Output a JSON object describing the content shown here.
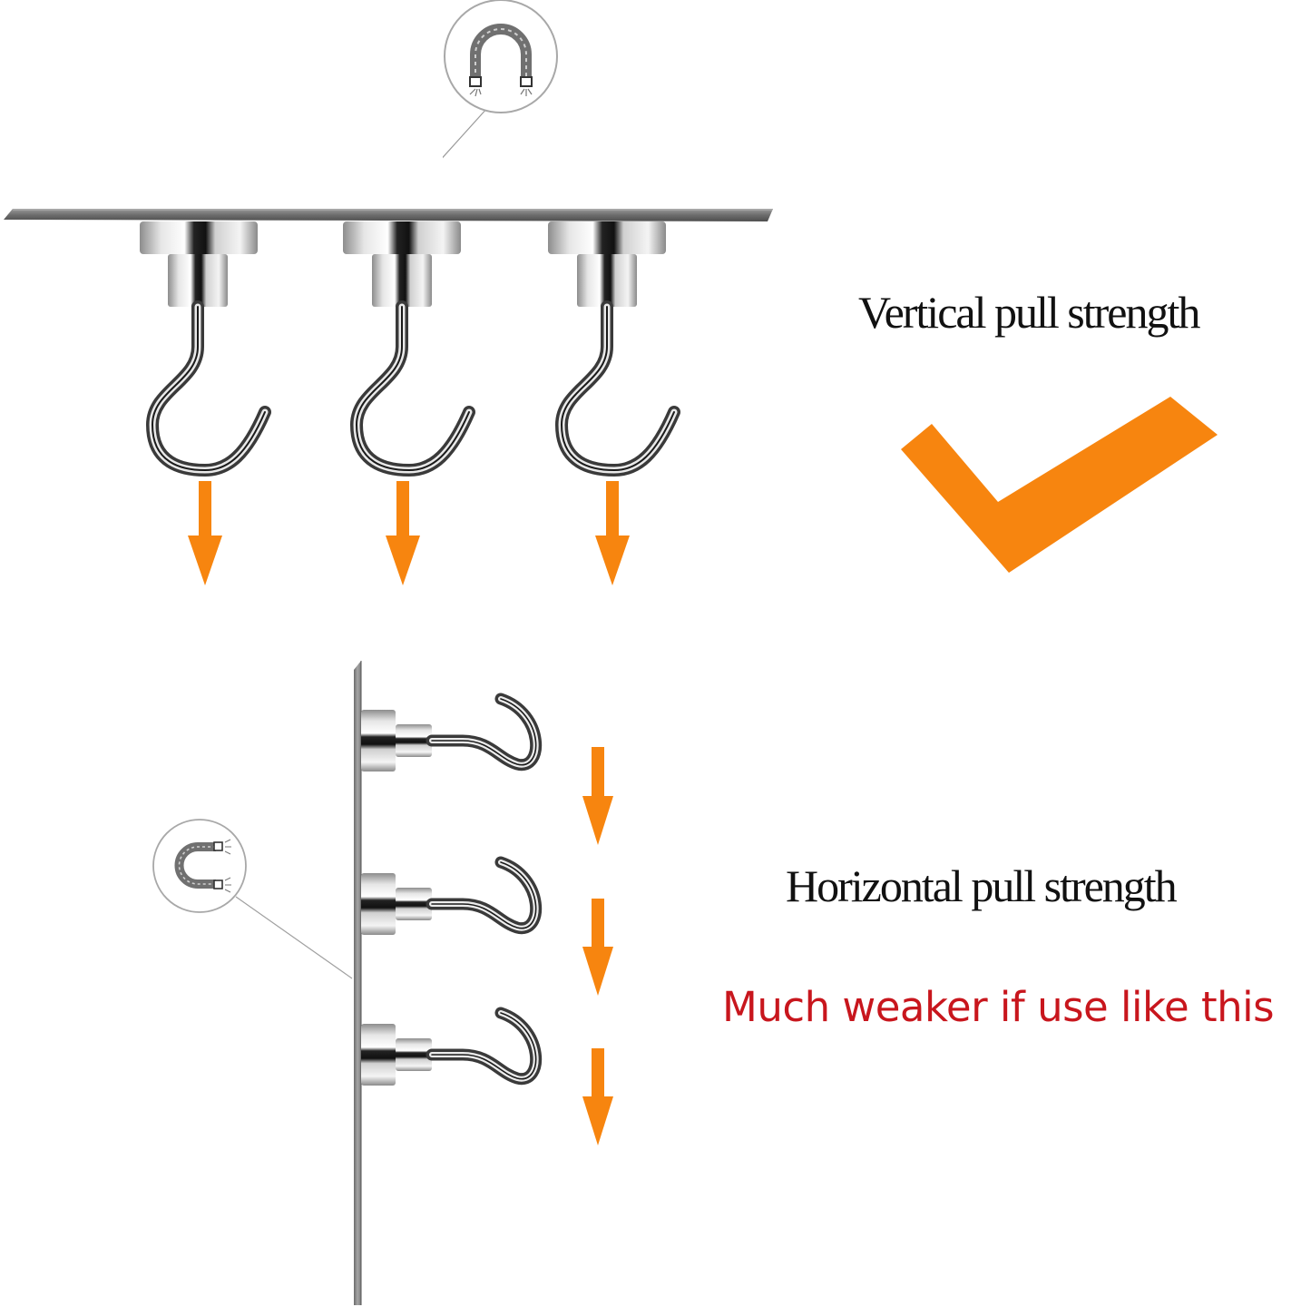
{
  "diagram": {
    "title": "Magnetic hook pull strength comparison",
    "colors": {
      "accent_orange": "#F7850F",
      "warning_red": "#C8161D",
      "caption_black": "#111111",
      "plate_gray": "#7a7a7a",
      "callout_gray": "#9a9a9a"
    },
    "top_section": {
      "caption": "Vertical pull strength",
      "verdict_icon": "checkmark-icon",
      "hook_count": 3,
      "arrow_count": 3,
      "orientation": "ceiling-mounted hooks, pull downward"
    },
    "bottom_section": {
      "caption": "Horizontal pull strength",
      "warning": "Much weaker if use like this",
      "hook_count": 3,
      "arrow_count": 3,
      "orientation": "wall-mounted hooks, pull downward along surface"
    },
    "callouts": [
      {
        "icon": "horseshoe-magnet-icon",
        "position": "top"
      },
      {
        "icon": "horseshoe-magnet-icon",
        "position": "bottom-left"
      }
    ]
  }
}
